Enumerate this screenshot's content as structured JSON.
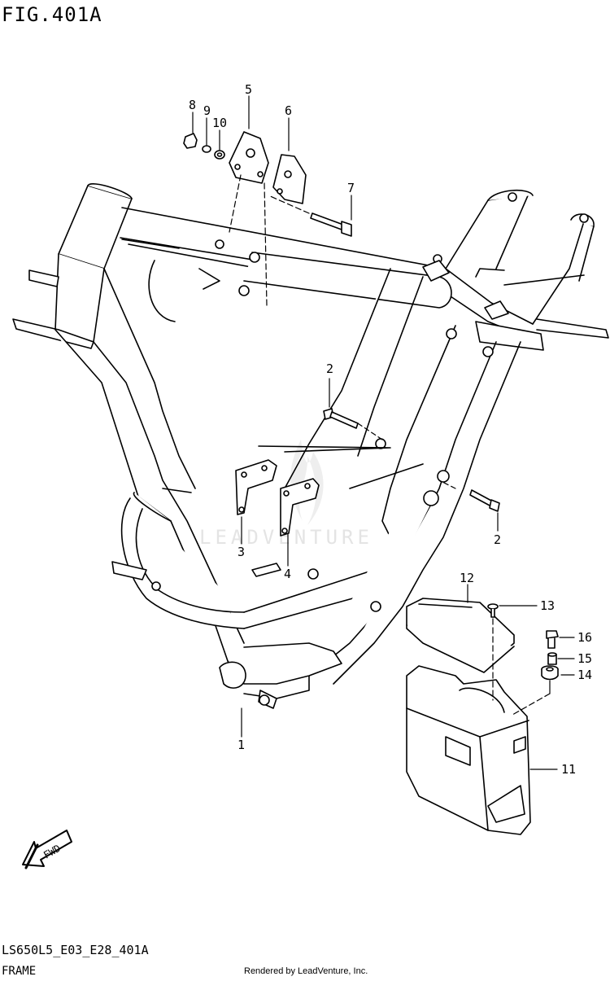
{
  "figure": {
    "title": "FIG.401A",
    "code": "LS650L5_E03_E28_401A",
    "section": "FRAME",
    "credit": "Rendered by LeadVenture, Inc.",
    "watermark": "LEADVENTURE",
    "fwd_label": "FWD"
  },
  "callouts": {
    "c1": "1",
    "c2a": "2",
    "c2b": "2",
    "c3": "3",
    "c4": "4",
    "c5": "5",
    "c6": "6",
    "c7": "7",
    "c8": "8",
    "c9": "9",
    "c10": "10",
    "c11": "11",
    "c12": "12",
    "c13": "13",
    "c14": "14",
    "c15": "15",
    "c16": "16"
  },
  "colors": {
    "ink": "#000000",
    "watermark": "#e6e6e6",
    "paper": "#ffffff"
  }
}
